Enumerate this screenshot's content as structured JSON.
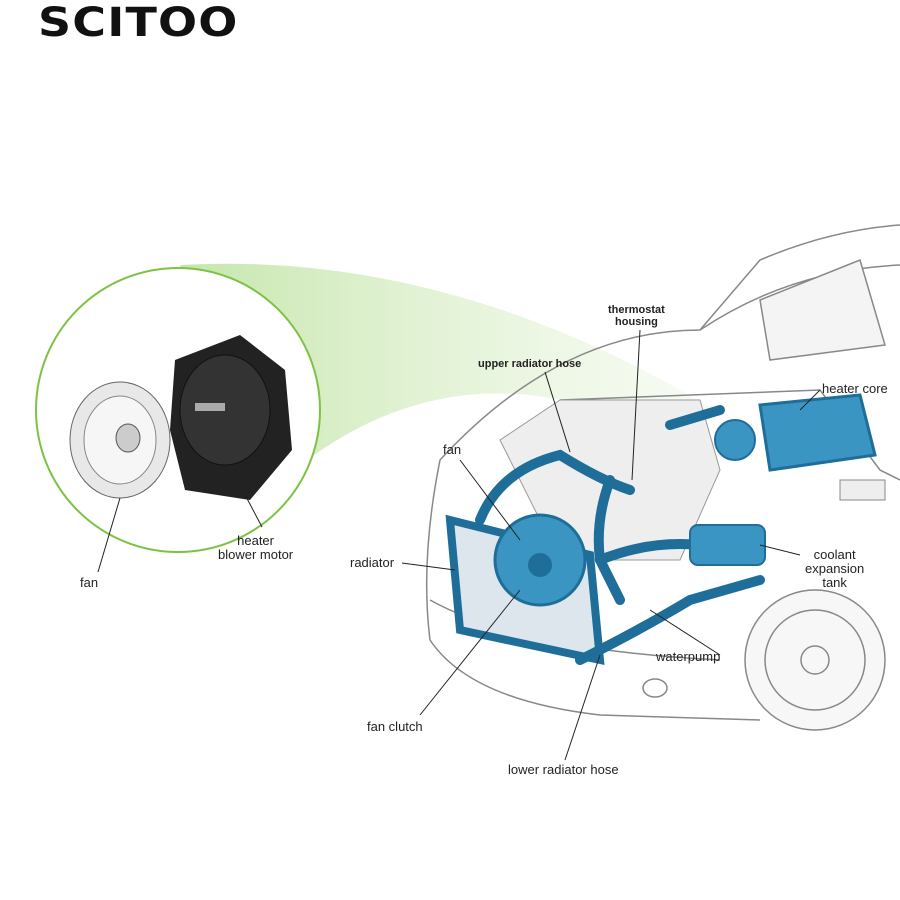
{
  "logo": "SCITOO",
  "labels": {
    "thermostat_housing": "thermostat\nhousing",
    "upper_radiator_hose": "upper radiator hose",
    "heater_core": "heater core",
    "fan_engine": "fan",
    "radiator": "radiator",
    "coolant_expansion_tank": "coolant\nexpansion\ntank",
    "waterpump": "waterpump",
    "fan_clutch": "fan clutch",
    "lower_radiator_hose": "lower radiator hose",
    "fan_blower": "fan",
    "heater_blower_motor": "heater\nblower motor"
  },
  "colors": {
    "hose": "#1f6e99",
    "hose_light": "#3a95c2",
    "circle": "#7cc243",
    "wedge": "#bfe3a2"
  }
}
